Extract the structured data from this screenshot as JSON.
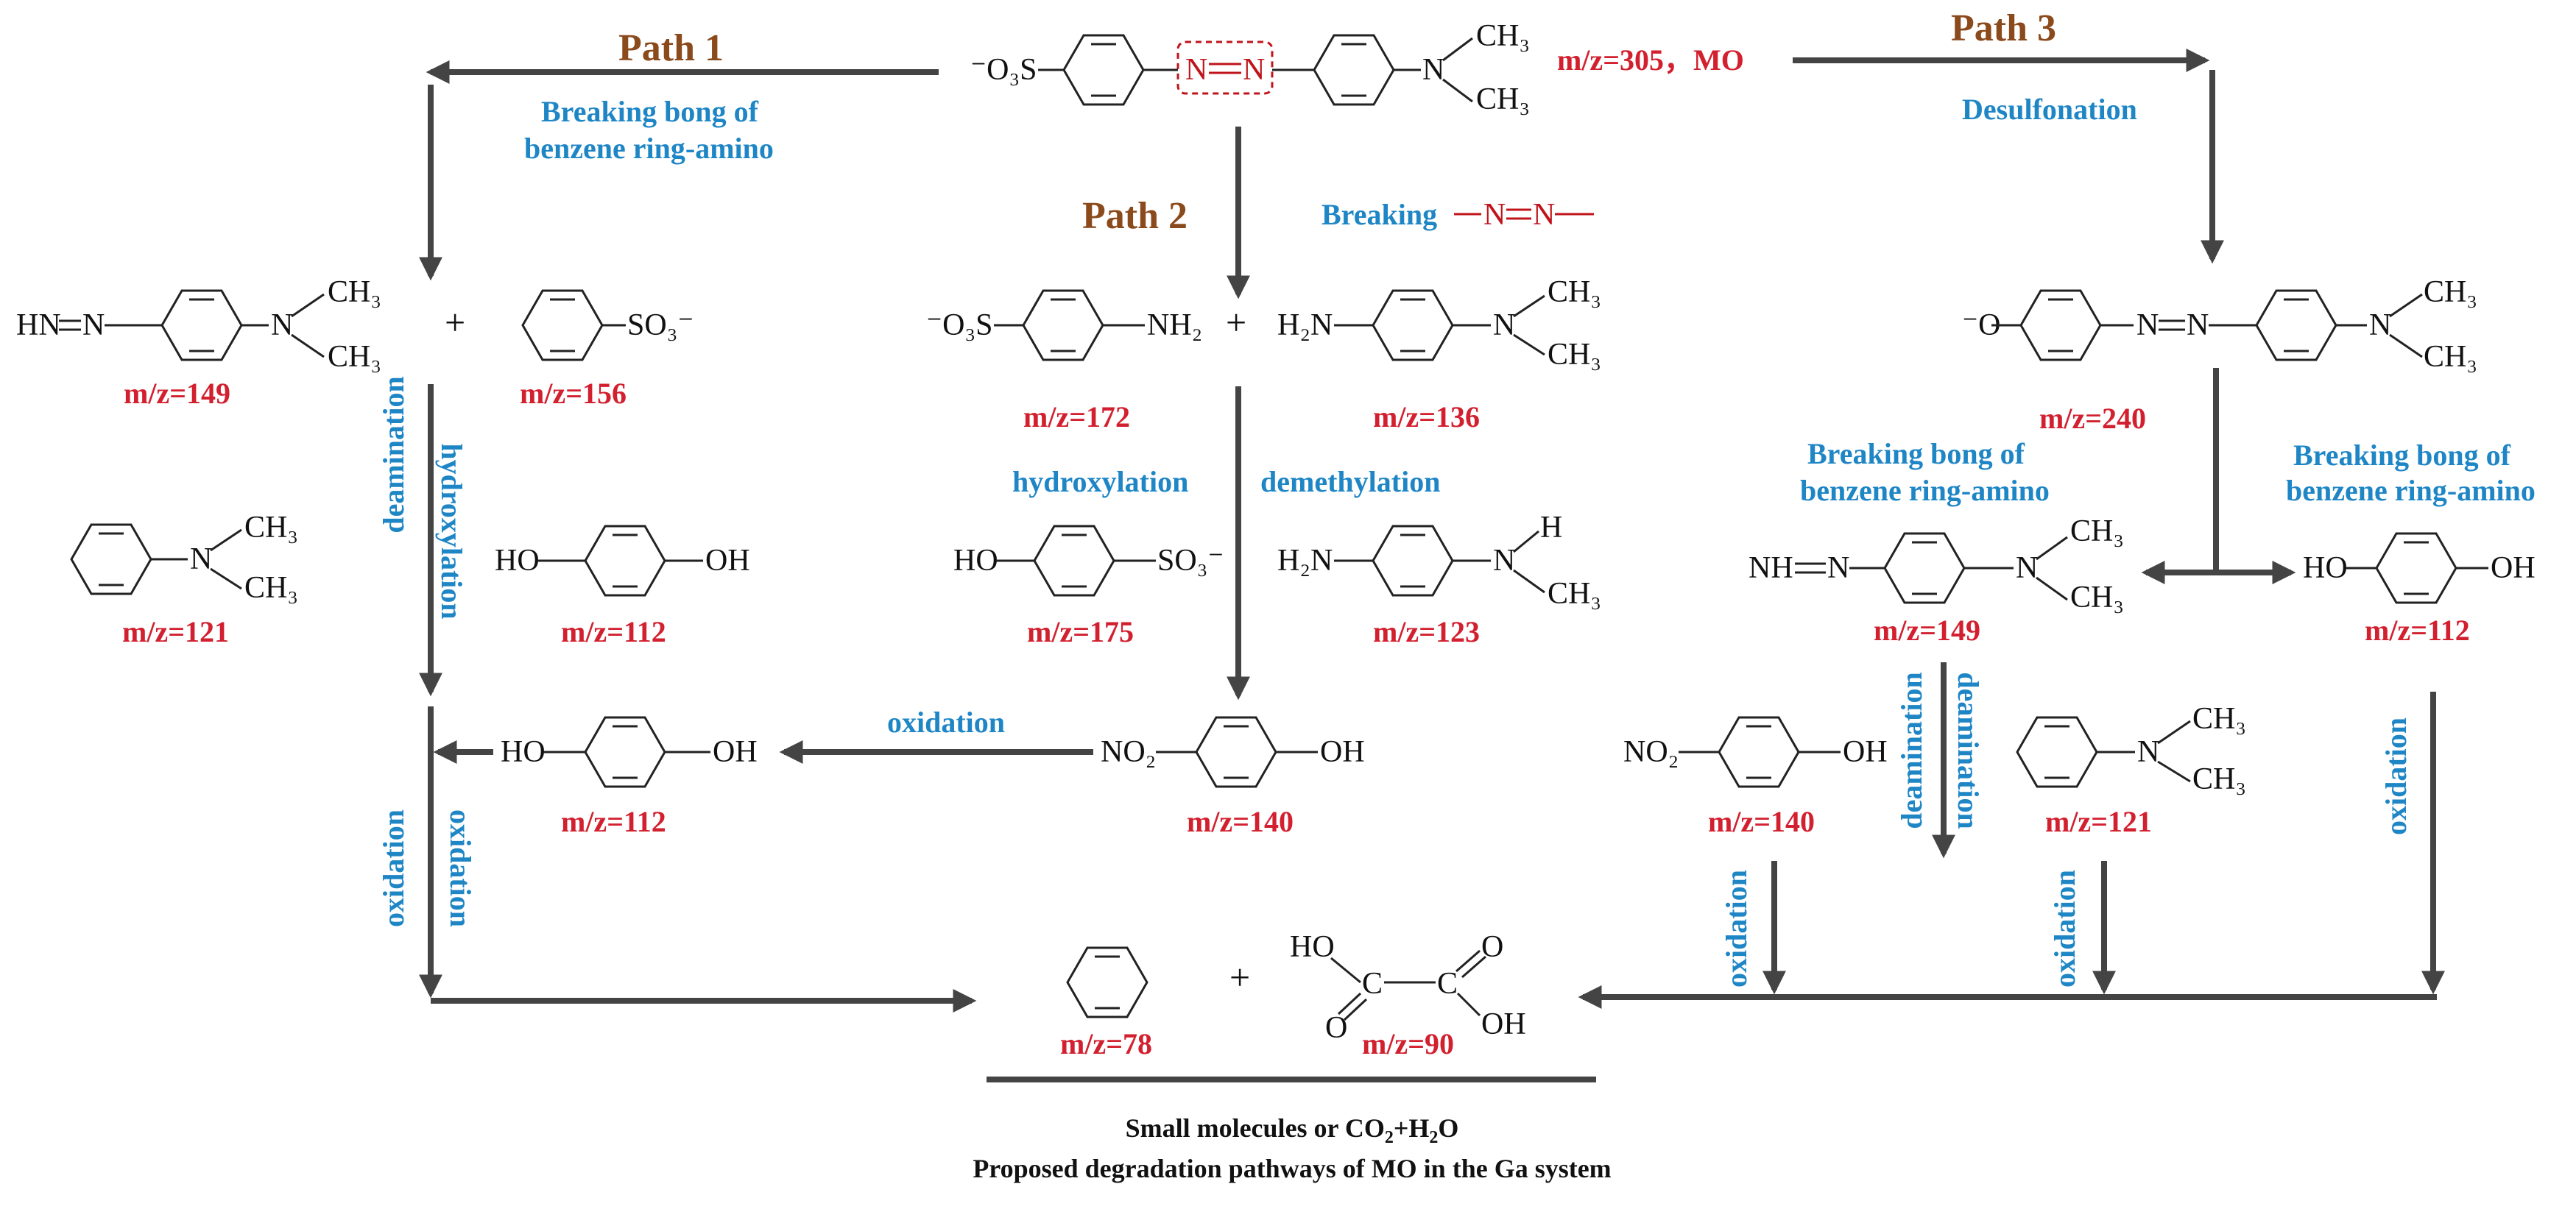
{
  "colors": {
    "mass": "#d2202f",
    "reaction": "#1f86c6",
    "path": "#8b4a1c",
    "arrow": "#444444",
    "text": "#111111"
  },
  "paths": {
    "p1": "Path 1",
    "p2": "Path 2",
    "p3": "Path 3"
  },
  "mz": {
    "mo": "m/z=305，MO",
    "s149a": "m/z=149",
    "s156": "m/z=156",
    "s121a": "m/z=121",
    "s112a": "m/z=112",
    "s172": "m/z=172",
    "s136": "m/z=136",
    "s175": "m/z=175",
    "s123": "m/z=123",
    "s140a": "m/z=140",
    "s112b": "m/z=112",
    "s240": "m/z=240",
    "s149b": "m/z=149",
    "s112c": "m/z=112",
    "s140b": "m/z=140",
    "s121b": "m/z=121",
    "s78": "m/z=78",
    "s90": "m/z=90"
  },
  "labels": {
    "p1_line1": "Breaking bong of",
    "p1_line2": "benzene ring-amino",
    "breaking": "Breaking",
    "desulfonation": "Desulfonation",
    "deamination": "deamination",
    "hydroxylation": "hydroxylation",
    "hydroxylation2": "hydroxylation",
    "demethylation": "demethylation",
    "oxidation_mid": "oxidation",
    "oxidation_l1": "oxidation",
    "oxidation_l2": "oxidation",
    "p3a_line1": "Breaking bong of",
    "p3a_line2": "benzene ring-amino",
    "p3b_line1": "Breaking bong of",
    "p3b_line2": "benzene ring-amino",
    "deamination_r1": "deamination",
    "deamination_r2": "deamination",
    "oxidation_r1": "oxidation",
    "oxidation_r2": "oxidation",
    "oxidation_r3": "oxidation"
  },
  "caption": {
    "line1_pre": "Small molecules or CO",
    "line1_sub1": "2",
    "line1_mid": "+H",
    "line1_sub2": "2",
    "line1_post": "O",
    "line2": "Proposed degradation pathways of MO in the Ga system"
  }
}
